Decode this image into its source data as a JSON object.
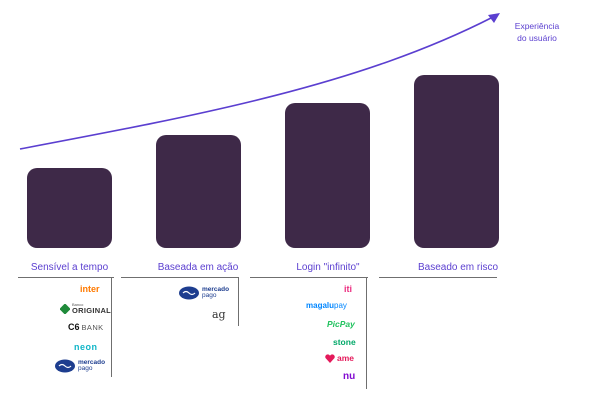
{
  "arrow_label_line1": "Experiência",
  "arrow_label_line2": "do usuário",
  "columns": [
    {
      "label": "Sensível a tempo",
      "logos": [
        "inter",
        "ORIGINAL",
        "C6 BANK",
        "neon",
        "mercado pago"
      ]
    },
    {
      "label": "Baseada em ação",
      "logos": [
        "mercado pago",
        "ag"
      ]
    },
    {
      "label": "Login \"infinito\"",
      "logos": [
        "iti",
        "magalupay",
        "PicPay",
        "stone",
        "ame",
        "nu"
      ]
    },
    {
      "label": "Baseado em risco",
      "logos": []
    }
  ],
  "logo_small_text": {
    "original_prefix": "Banco",
    "c6_part1": "C6",
    "c6_part2": "BANK",
    "mercado": "mercado",
    "pago": "pago",
    "magalu": "magalu",
    "pay": "pay"
  },
  "colors": {
    "bar": "#3e2948",
    "accent": "#5b3fd0",
    "inter": "#ff7a00",
    "original": "#1f8a3a",
    "neon": "#11b6c8",
    "mercado_pago": "#1d3d8f",
    "iti": "#ec2d80",
    "magalupay": "#0086ff",
    "picpay": "#21c25e",
    "stone": "#00a868",
    "ame": "#e41a5b",
    "nu": "#820ad1"
  }
}
